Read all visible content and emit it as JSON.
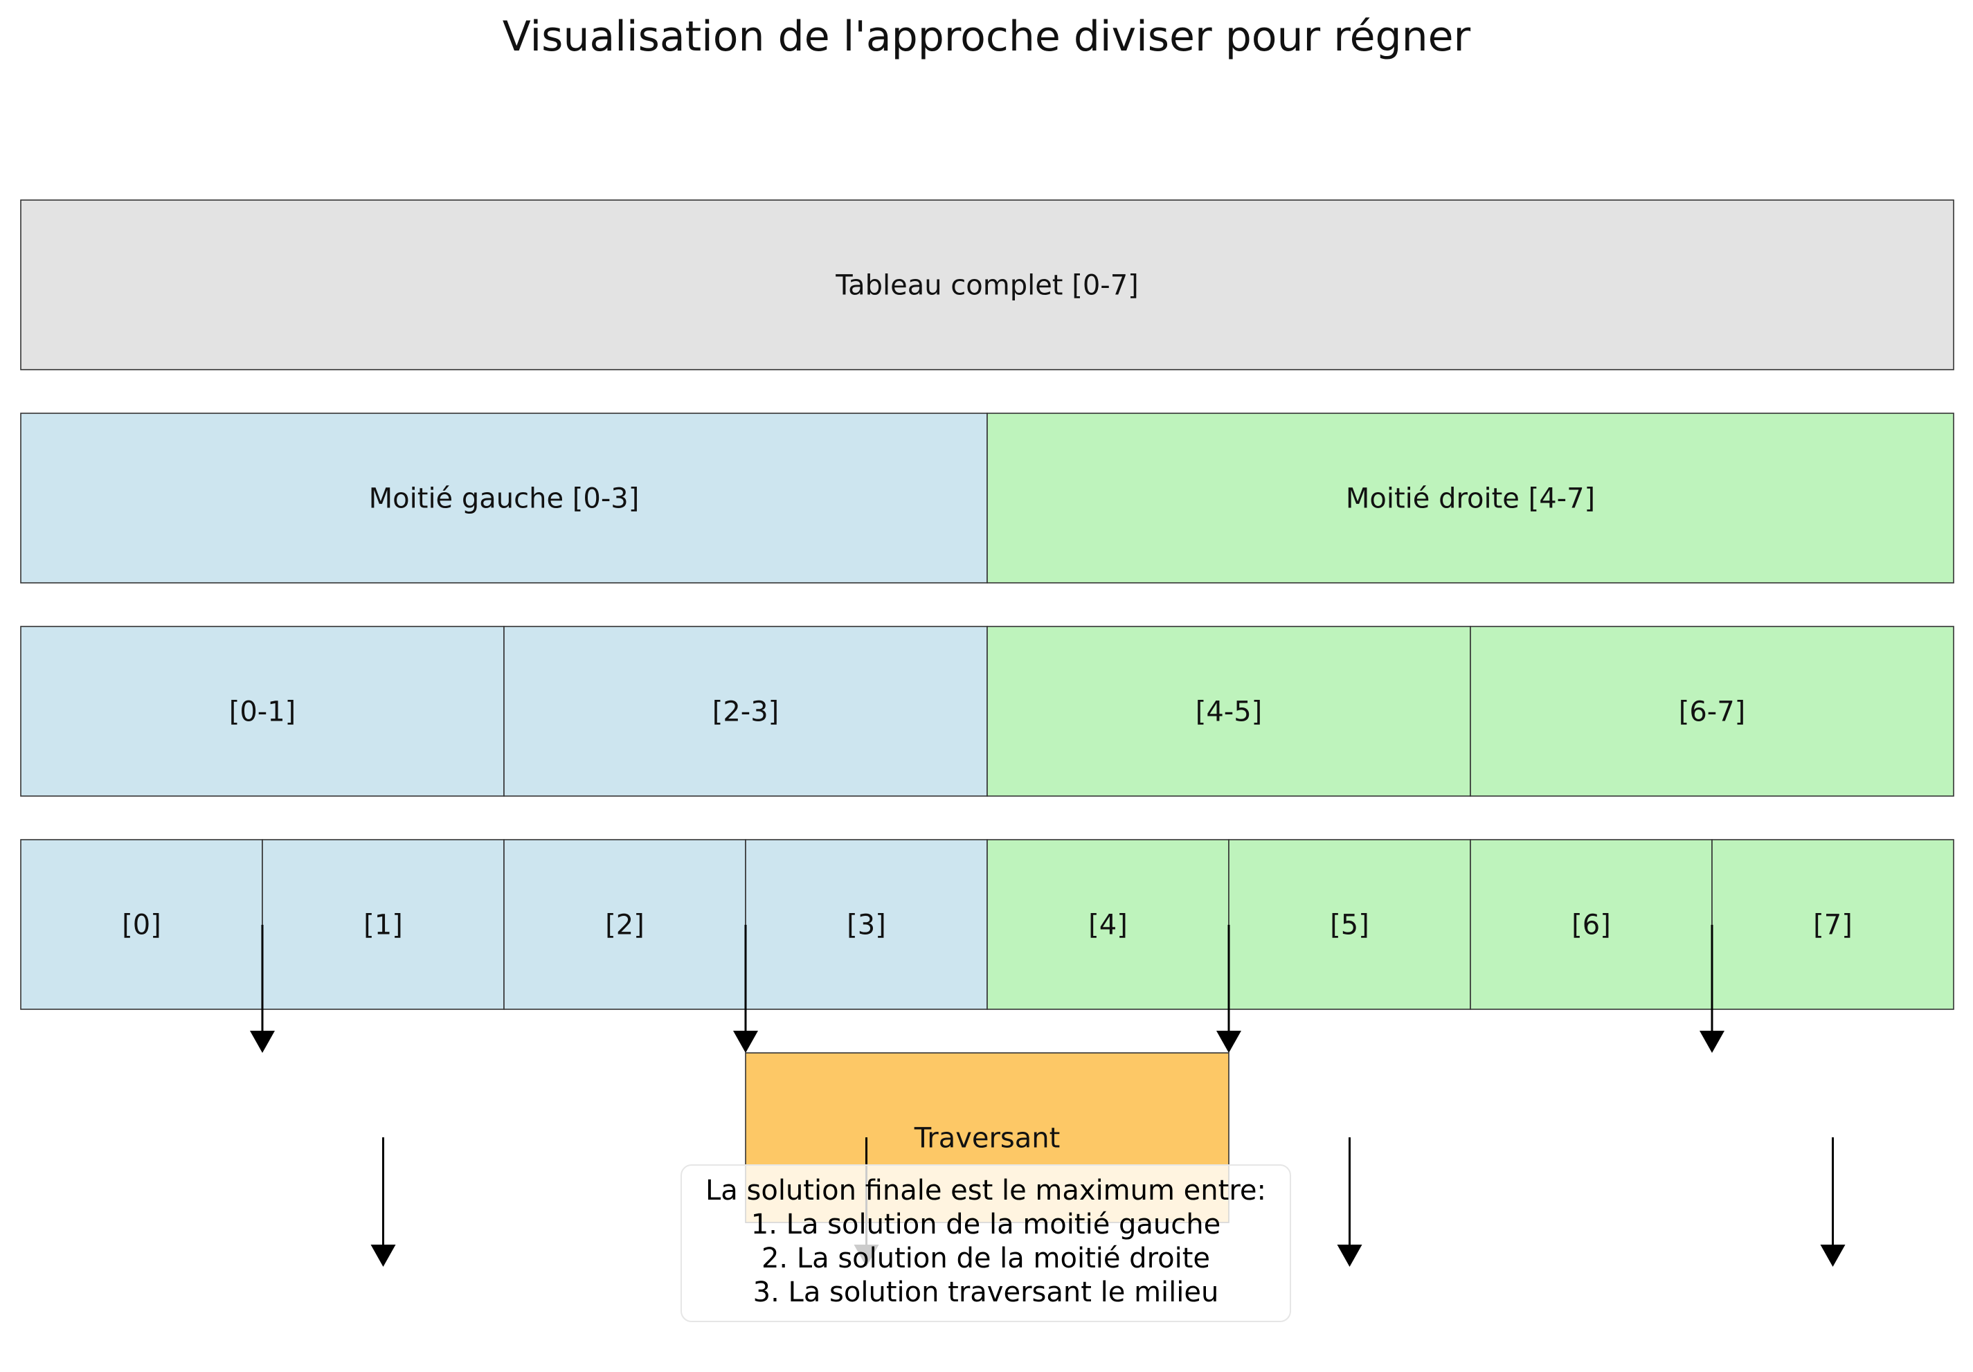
{
  "title": "Visualisation de l'approche diviser pour régner",
  "colors": {
    "full": "#e3e3e3",
    "left": "#cde5ef",
    "right": "#bef3bc",
    "crossing": "#fdc866",
    "stroke": "#333333",
    "arrow": "#000000"
  },
  "levels": [
    {
      "blocks": [
        {
          "label": "Tableau complet [0-7]",
          "start": 0,
          "end": 8,
          "color": "full"
        }
      ]
    },
    {
      "blocks": [
        {
          "label": "Moitié gauche [0-3]",
          "start": 0,
          "end": 4,
          "color": "left"
        },
        {
          "label": "Moitié droite [4-7]",
          "start": 4,
          "end": 8,
          "color": "right"
        }
      ]
    },
    {
      "blocks": [
        {
          "label": "[0-1]",
          "start": 0,
          "end": 2,
          "color": "left"
        },
        {
          "label": "[2-3]",
          "start": 2,
          "end": 4,
          "color": "left"
        },
        {
          "label": "[4-5]",
          "start": 4,
          "end": 6,
          "color": "right"
        },
        {
          "label": "[6-7]",
          "start": 6,
          "end": 8,
          "color": "right"
        }
      ]
    },
    {
      "blocks": [
        {
          "label": "[0]",
          "start": 0,
          "end": 1,
          "color": "left"
        },
        {
          "label": "[1]",
          "start": 1,
          "end": 2,
          "color": "left"
        },
        {
          "label": "[2]",
          "start": 2,
          "end": 3,
          "color": "left"
        },
        {
          "label": "[3]",
          "start": 3,
          "end": 4,
          "color": "left"
        },
        {
          "label": "[4]",
          "start": 4,
          "end": 5,
          "color": "right"
        },
        {
          "label": "[5]",
          "start": 5,
          "end": 6,
          "color": "right"
        },
        {
          "label": "[6]",
          "start": 6,
          "end": 7,
          "color": "right"
        },
        {
          "label": "[7]",
          "start": 7,
          "end": 8,
          "color": "right"
        }
      ]
    }
  ],
  "crossing": {
    "label": "Traversant",
    "start": 3,
    "end": 5,
    "color": "crossing"
  },
  "conclusion": {
    "lines": [
      "La solution finale est le maximum entre:",
      "1. La solution de la moitié gauche",
      "2. La solution de la moitié droite",
      "3. La solution traversant le milieu"
    ]
  }
}
